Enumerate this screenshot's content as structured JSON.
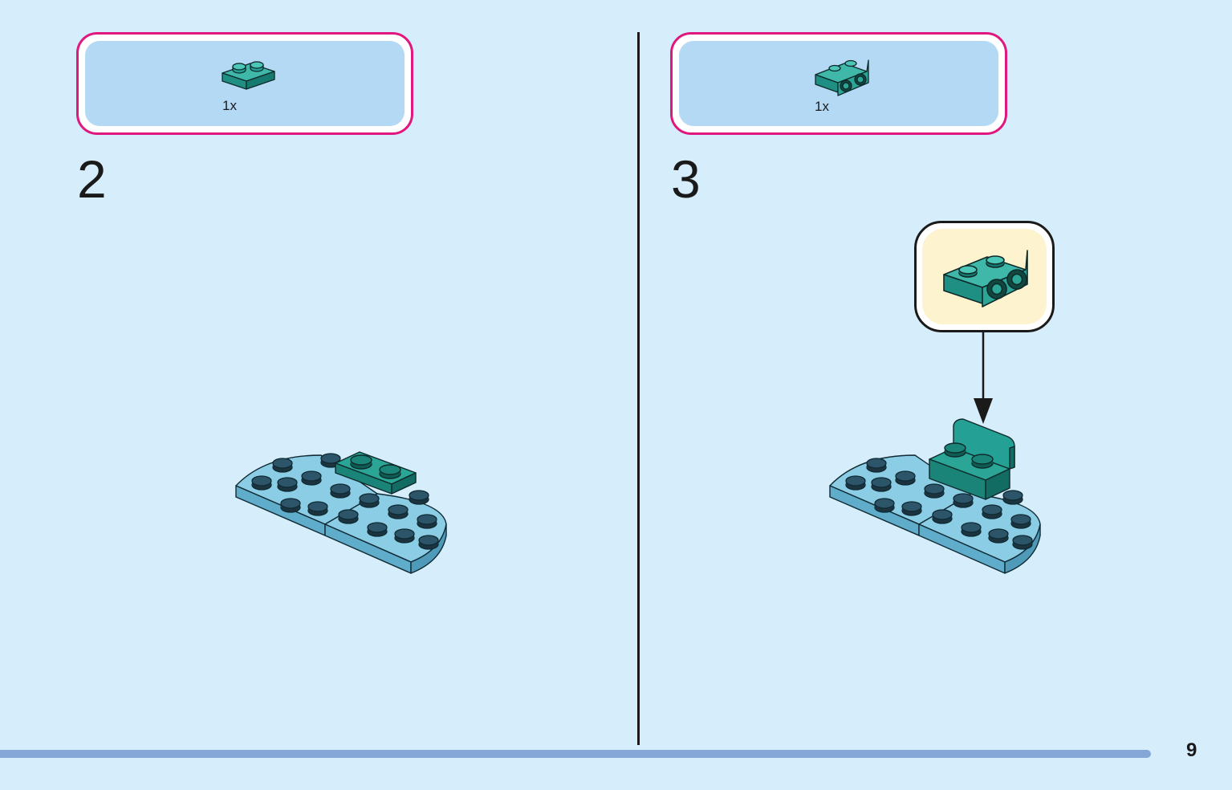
{
  "steps": [
    {
      "number": "2",
      "parts": [
        {
          "qty": "1x",
          "part": "teal-plate-1x2"
        }
      ]
    },
    {
      "number": "3",
      "parts": [
        {
          "qty": "1x",
          "part": "teal-bracket-1x2-inverted"
        }
      ]
    }
  ],
  "page": {
    "number": "9"
  },
  "colors": {
    "background": "#d6edfb",
    "parts_border": "#e0177e",
    "parts_fill": "#b4d9f5",
    "callout_fill": "#fdf4cf",
    "teal": "#1f9a8e",
    "light_blue": "#7cc0dc",
    "progress": "#85a7d8"
  }
}
